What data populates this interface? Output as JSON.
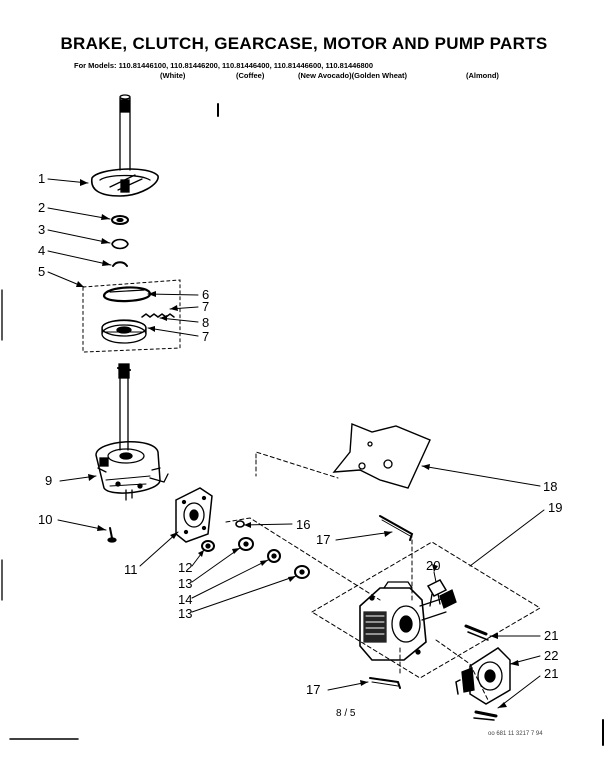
{
  "title": "BRAKE, CLUTCH, GEARCASE, MOTOR AND PUMP PARTS",
  "models_line": "For Models: 110.81446100, 110.81446200, 110.81446400, 110.81446600, 110.81446800",
  "colors": [
    "(White)",
    "(Coffee)",
    "(New Avocado)(Golden Wheat)",
    "(Almond)"
  ],
  "callouts": [
    "1",
    "2",
    "3",
    "4",
    "5",
    "6",
    "7",
    "8",
    "7",
    "9",
    "10",
    "11",
    "12",
    "13",
    "14",
    "13",
    "16",
    "17",
    "18",
    "19",
    "20",
    "21",
    "22",
    "21",
    "17"
  ],
  "footer": "8 / 5",
  "stamp": "oo 681 11 3217 7 94"
}
